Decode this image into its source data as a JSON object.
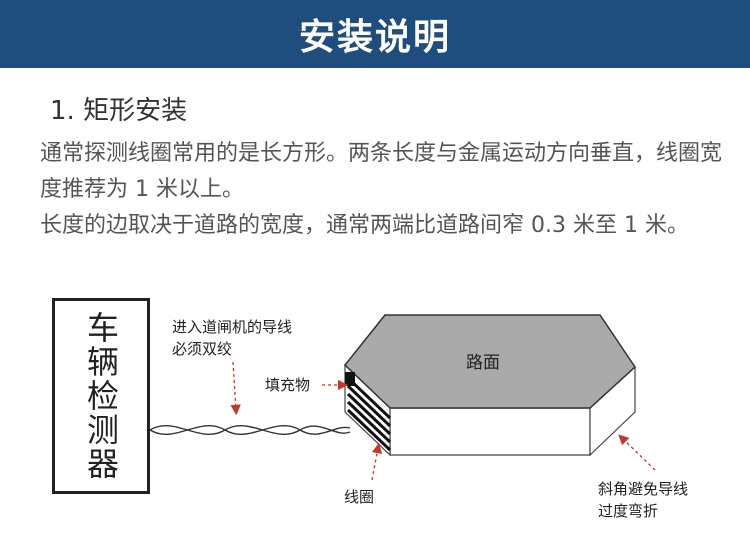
{
  "header": {
    "title": "安装说明"
  },
  "section": {
    "title": "1. 矩形安装"
  },
  "paragraphs": {
    "p1": "通常探测线圈常用的是长方形。两条长度与金属运动方向垂直，线圈宽度推荐为 1 米以上。",
    "p2": "长度的边取决于道路的宽度，通常两端比道路间窄 0.3 米至 1 米。"
  },
  "diagram": {
    "detector": "车辆检测器",
    "lead_wire_line1": "进入道闸机的导线",
    "lead_wire_line2": "必须双绞",
    "filler": "填充物",
    "road_surface": "路面",
    "coil": "线圈",
    "bevel_line1": "斜角避免导线",
    "bevel_line2": "过度弯折",
    "colors": {
      "road_top": "#a9a9a9",
      "arrow": "#c0392b",
      "outline": "#222222"
    }
  }
}
